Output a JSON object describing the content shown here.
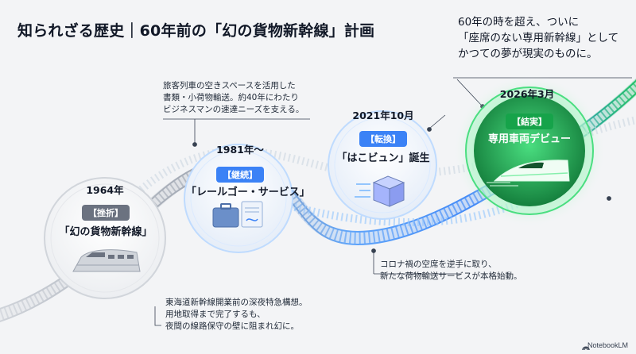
{
  "header": {
    "title": "知られざる歴史｜60年前の「幻の貨物新幹線」計画"
  },
  "milestones": [
    {
      "year": "1964年",
      "tag": "【挫折】",
      "label": "「幻の貨物新幹線」",
      "note": [
        "東海道新幹線開業前の深夜特急構想。",
        "用地取得まで完了するも、",
        "夜間の線路保守の壁に阻まれ幻に。"
      ],
      "icon": "train-icon",
      "color": "#6b7280"
    },
    {
      "year": "1981年〜",
      "tag": "【継続】",
      "label": "「レールゴー・サービス」",
      "note": [
        "旅客列車の空きスペースを活用した",
        "書類・小荷物輸送。約40年にわたり",
        "ビジネスマンの速達ニーズを支える。"
      ],
      "icon": "briefcase-document-icon",
      "color": "#3b82f6"
    },
    {
      "year": "2021年10月",
      "tag": "【転換】",
      "label": "「はこビュン」誕生",
      "note": [
        "コロナ禍の空席を逆手に取り、",
        "新たな荷物輸送サービスが本格始動。"
      ],
      "icon": "package-icon",
      "color": "#3b82f6"
    },
    {
      "year": "2026年3月",
      "tag": "【結実】",
      "label": "専用車両デビュー",
      "note": [
        "60年の時を超え、ついに",
        "「座席のない専用新幹線」として",
        "かつての夢が現実のものに。"
      ],
      "icon": "bullet-train-icon",
      "color": "#16a34a"
    }
  ],
  "footer": {
    "brand": "NotebookLM"
  }
}
